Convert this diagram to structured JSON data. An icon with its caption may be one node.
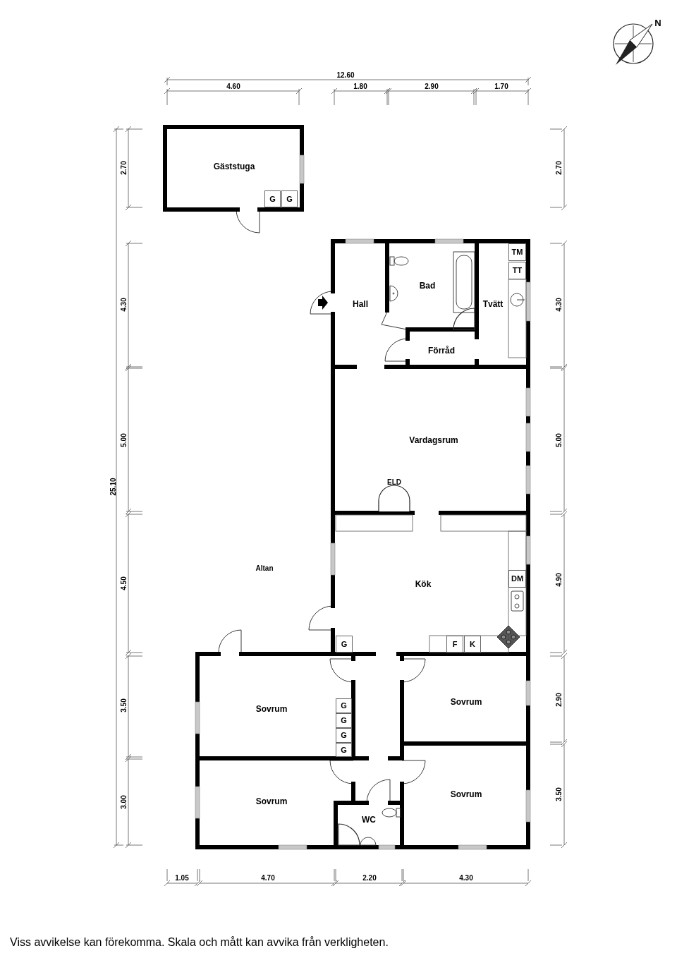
{
  "diagram": {
    "caption": "Viss avvikelse kan förekomma. Skala och mått kan avvika från verkligheten.",
    "nodes": [
      {
        "text": [
          "Gäststuga"
        ]
      },
      {
        "text": [
          "G"
        ],
        "in": 0
      },
      {
        "text": [
          "G"
        ],
        "in": 0
      },
      {
        "text": [
          "Hall"
        ]
      },
      {
        "text": [
          "Bad"
        ]
      },
      {
        "text": [
          "Tvätt"
        ]
      },
      {
        "text": [
          "TM"
        ],
        "in": 5
      },
      {
        "text": [
          "TT"
        ],
        "in": 5
      },
      {
        "text": [
          "Förråd"
        ]
      },
      {
        "text": [
          "Vardagsrum"
        ]
      },
      {
        "text": [
          "Kök"
        ]
      },
      {
        "text": [
          "DM"
        ],
        "in": 10
      },
      {
        "text": [
          "G"
        ],
        "in": 10
      },
      {
        "text": [
          "F"
        ],
        "in": 10
      },
      {
        "text": [
          "K"
        ],
        "in": 10
      },
      {
        "text": [
          "Sovrum"
        ]
      },
      {
        "text": [
          "G"
        ],
        "in": 15
      },
      {
        "text": [
          "G"
        ],
        "in": 15
      },
      {
        "text": [
          "G"
        ],
        "in": 15
      },
      {
        "text": [
          "G"
        ],
        "in": 15
      },
      {
        "text": [
          "Sovrum"
        ]
      },
      {
        "text": [
          "Sovrum"
        ]
      },
      {
        "text": [
          "Sovrum"
        ]
      },
      {
        "text": [
          "WC"
        ]
      }
    ],
    "labels": [
      "N",
      "12.60",
      "4.60",
      "1.80",
      "2.90",
      "1.70",
      "2.70",
      "4.30",
      "5.00",
      "25.10",
      "4.50",
      "3.50",
      "3.00",
      "2.70",
      "4.30",
      "5.00",
      "4.90",
      "2.90",
      "3.50",
      "ELD",
      "Altan",
      "1.05",
      "4.70",
      "2.20",
      "4.30"
    ]
  }
}
